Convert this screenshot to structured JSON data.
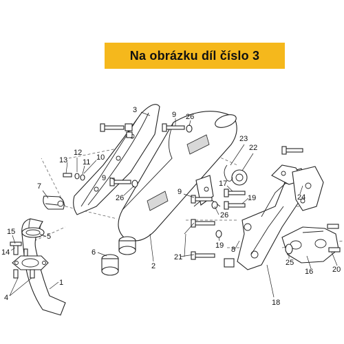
{
  "banner": {
    "text": "Na obrázku díl číslo 3",
    "color": "#f5b81c"
  },
  "callouts": {
    "c1": "1",
    "c2": "2",
    "c3": "3",
    "c4": "4",
    "c5": "5",
    "c6": "6",
    "c7": "7",
    "c8": "8",
    "c9a": "9",
    "c9b": "9",
    "c9c": "9",
    "c10": "10",
    "c11": "11",
    "c12": "12",
    "c13": "13",
    "c14": "14",
    "c15": "15",
    "c16": "16",
    "c17": "17",
    "c18": "18",
    "c19a": "19",
    "c19b": "19",
    "c20": "20",
    "c21": "21",
    "c22": "22",
    "c23": "23",
    "c24": "24",
    "c25": "25",
    "c26a": "26",
    "c26b": "26",
    "c26c": "26"
  }
}
